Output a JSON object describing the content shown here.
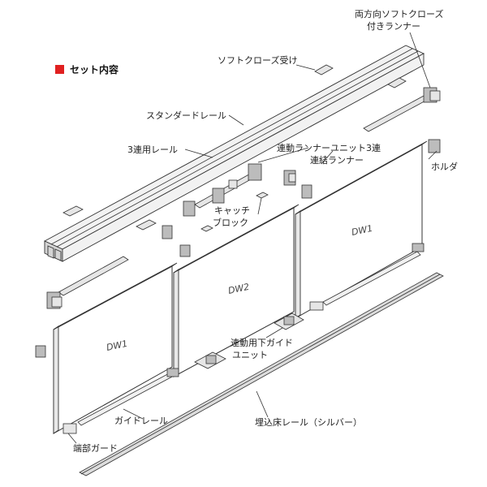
{
  "heading": {
    "text": "セット内容",
    "marker_color": "#e02020"
  },
  "labels": {
    "bidirectional_runner_line1": "両方向ソフトクローズ",
    "bidirectional_runner_line2": "付きランナー",
    "soft_close_receiver": "ソフトクローズ受け",
    "standard_rail": "スタンダードレール",
    "triple_rail": "3連用レール",
    "linked_runner_unit": "連動ランナーユニット3連",
    "connecting_runner": "連結ランナー",
    "holder": "ホルダ",
    "catch_block_line1": "キャッチ",
    "catch_block_line2": "ブロック",
    "lower_guide_line1": "連動用下ガイド",
    "lower_guide_line2": "ユニット",
    "guide_rail": "ガイドレール",
    "end_guard": "端部ガード",
    "floor_rail": "埋込床レール（シルバー）"
  },
  "panels": {
    "left": "DW1",
    "middle": "DW2",
    "right": "DW1"
  }
}
